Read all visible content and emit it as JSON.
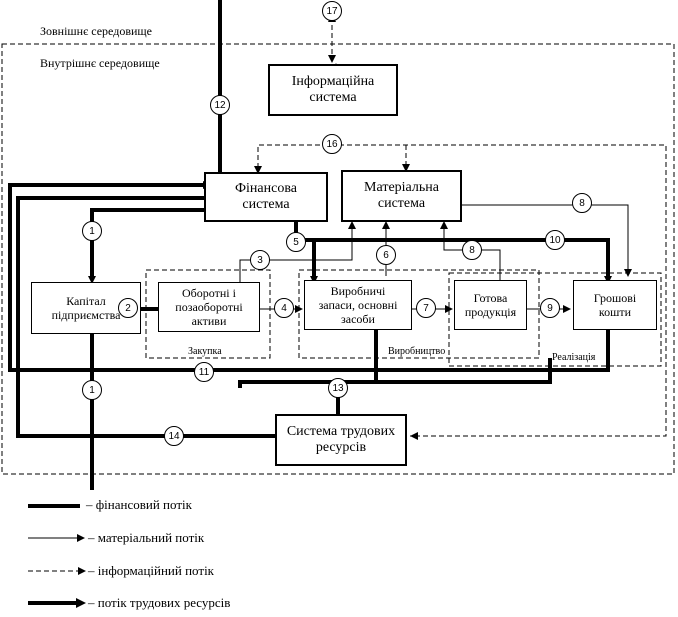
{
  "environment": {
    "external": "Зовнішнє середовище",
    "internal": "Внутрішнє середовище"
  },
  "systems": {
    "information": "Інформаційна\nсистема",
    "financial": "Фінансова\nсистема",
    "material": "Матеріальна\nсистема",
    "labor": "Система трудових\nресурсів"
  },
  "blocks": {
    "capital": "Капітал\nпідприємства",
    "assets": "Оборотні і\nпозаоборотні\nактиви",
    "stocks": "Виробничі\nзапаси, основні\nзасоби",
    "product": "Готова\nпродукція",
    "cash": "Грошові\nкошти"
  },
  "areas": {
    "purchase": "Закупка",
    "production": "Виробництво",
    "sales": "Реалізація"
  },
  "nodes": [
    "17",
    "12",
    "16",
    "8",
    "1",
    "5",
    "6",
    "10",
    "3",
    "8",
    "2",
    "4",
    "7",
    "9",
    "11",
    "13",
    "1",
    "14"
  ],
  "legend": [
    {
      "text": "– фінансовий потік"
    },
    {
      "text": "– матеріальний потік"
    },
    {
      "text": "– інформаційний потік"
    },
    {
      "text": "– потік трудових ресурсів"
    }
  ]
}
